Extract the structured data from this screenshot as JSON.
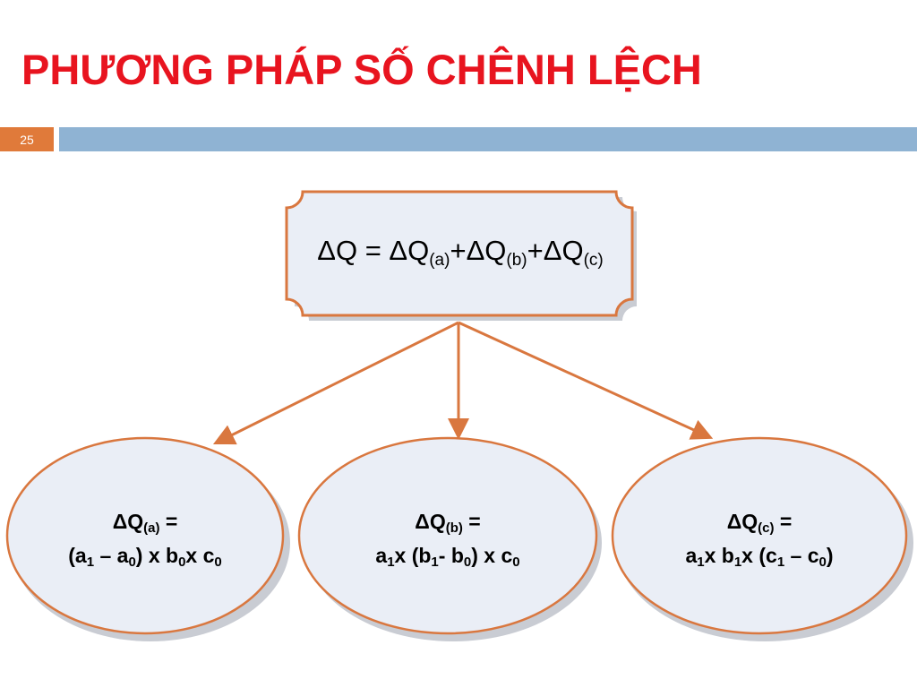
{
  "slide": {
    "title": "PHƯƠNG PHÁP SỐ CHÊNH LỆCH",
    "number": "25"
  },
  "colors": {
    "title": "#e8141f",
    "accent_orange": "#e07a3a",
    "header_bar": "#8fb3d3",
    "shape_fill": "#eaeef6",
    "shape_border": "#d9773f",
    "arrow": "#d9773f"
  },
  "diagram": {
    "root": {
      "parts": [
        {
          "t": "ΔQ = ΔQ"
        },
        {
          "sub": "(a)"
        },
        {
          "t": "+ΔQ"
        },
        {
          "sub": "(b)"
        },
        {
          "t": "+ΔQ"
        },
        {
          "sub": "(c)"
        }
      ]
    },
    "children": [
      {
        "line1": [
          {
            "t": "ΔQ"
          },
          {
            "sub": "(a)"
          },
          {
            "t": " ="
          }
        ],
        "line2": [
          {
            "t": "(a"
          },
          {
            "sub": "1"
          },
          {
            "t": " – a"
          },
          {
            "sub": "0"
          },
          {
            "t": ") x b"
          },
          {
            "sub": "0"
          },
          {
            "t": "x c"
          },
          {
            "sub": "0"
          }
        ]
      },
      {
        "line1": [
          {
            "t": "ΔQ"
          },
          {
            "sub": "(b)"
          },
          {
            "t": " ="
          }
        ],
        "line2": [
          {
            "t": "a"
          },
          {
            "sub": "1"
          },
          {
            "t": "x (b"
          },
          {
            "sub": "1"
          },
          {
            "t": "- b"
          },
          {
            "sub": "0"
          },
          {
            "t": ") x c"
          },
          {
            "sub": "0"
          }
        ]
      },
      {
        "line1": [
          {
            "t": "ΔQ"
          },
          {
            "sub": "(c)"
          },
          {
            "t": " ="
          }
        ],
        "line2": [
          {
            "t": "a"
          },
          {
            "sub": "1"
          },
          {
            "t": "x b"
          },
          {
            "sub": "1"
          },
          {
            "t": "x (c"
          },
          {
            "sub": "1"
          },
          {
            "t": " – c"
          },
          {
            "sub": "0"
          },
          {
            "t": ")"
          }
        ]
      }
    ]
  }
}
